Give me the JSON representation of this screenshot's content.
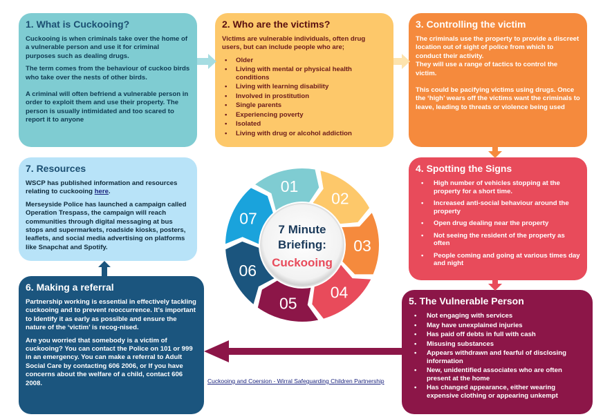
{
  "colors": {
    "teal": "#7fccd2",
    "yellow": "#fdc86a",
    "orange": "#f58a3d",
    "red": "#e84b5b",
    "maroon": "#8c1648",
    "navy": "#1b557e",
    "sky": "#1aa3dc",
    "light_blue": "#b8e3f8"
  },
  "box1": {
    "title": "1.   What is Cuckooing?",
    "p1": "Cuckooing is when criminals take over the home of a vulnerable person and use it for criminal purposes such as dealing drugs.",
    "p2": "The term comes from the behaviour of cuckoo birds who take over the nests of other birds.",
    "p3": "A criminal will often befriend a vulnerable person in order to exploit them and use their property. The person is usually intimidated and too scared to report it to anyone"
  },
  "box2": {
    "title": "2.   Who are the victims?",
    "intro": "Victims are vulnerable individuals, often drug users, but can include people who are;",
    "items": [
      "Older",
      "Living with mental or physical health conditions",
      "Living with learning disability",
      "Involved in prostitution",
      "Single parents",
      "Experiencing poverty",
      "Isolated",
      "Living with drug or alcohol addiction"
    ]
  },
  "box3": {
    "title": "3.   Controlling the victim",
    "p1": "The criminals use the property to provide a discreet location out of sight of police from which to conduct their activity.",
    "p2": "They will use a range of tactics to control the victim.",
    "p3": "This could be pacifying victims using drugs. Once the ‘high’ wears off the victims want the criminals to leave, leading to threats or violence being used"
  },
  "box4": {
    "title": "4.   Spotting the Signs",
    "items": [
      "High number of vehicles stopping at the property for a short time.",
      "Increased anti-social behaviour around the property",
      "Open drug dealing near the property",
      "Not seeing the resident of the property as often",
      "People coming and going at various times day and night"
    ]
  },
  "box5": {
    "title": "5.   The Vulnerable Person",
    "items": [
      "Not engaging with services",
      "May have unexplained injuries",
      "Has paid off debts in full with cash",
      "Misusing substances",
      "Appears withdrawn and fearful of disclosing information",
      "New, unidentified associates who are often present at the home",
      "Has changed appearance, either wearing expensive clothing or appearing unkempt"
    ]
  },
  "box6": {
    "title": "6.   Making a referral",
    "p1": "Partnership working is essential in effectively tackling cuckooing and to prevent reoccurrence. It’s important to Identify it as early as possible and ensure the nature of the ‘victim’ is recog-nised.",
    "p2": "Are you worried that somebody is a victim of cuckooing? You can contact the Police on 101 or 999 in an emergency. You can make a referral to Adult Social Care by contacting 606 2006, or If you have concerns about the welfare of a child, contact 606 2008."
  },
  "box7": {
    "title": "7.   Resources",
    "p1_text": "WSCP has published information and resources relating to cuckooing ",
    "p1_link": "here",
    "p1_end": ".",
    "p2": "Merseyside Police has launched a campaign called Operation Trespass, the campaign will reach communities through digital messaging at bus stops and supermarkets, roadside kiosks, posters, leaflets, and social media advertising on platforms like Snapchat and Spotify."
  },
  "wheel": {
    "segments": [
      "01",
      "02",
      "03",
      "04",
      "05",
      "06",
      "07"
    ],
    "center_line1": "7 Minute",
    "center_line2": "Briefing:",
    "center_line3": "Cuckooing"
  },
  "footer_link": "Cuckooing and Coersion - Wirral Safeguarding Children Partnership"
}
